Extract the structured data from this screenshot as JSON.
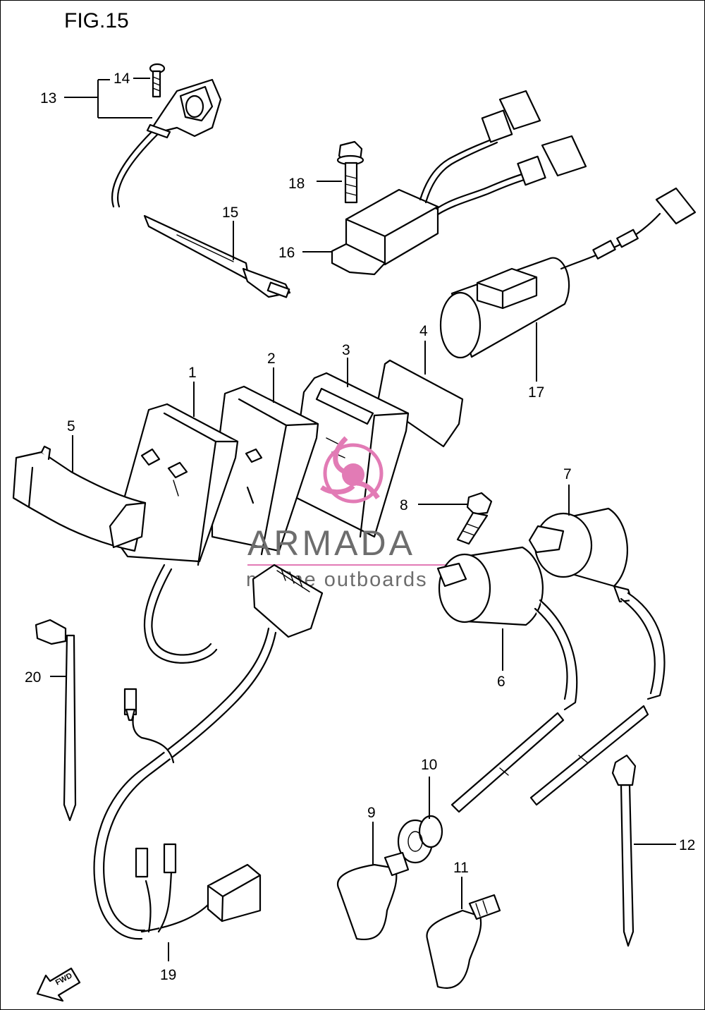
{
  "figure_title": "FIG.15",
  "fwd_label": "FWD",
  "watermark": {
    "brand": "ARMADA",
    "tagline": "marine outboards",
    "accent_color": "#e27bb5",
    "text_color": "#6d6d6d"
  },
  "callouts": [
    "1",
    "2",
    "3",
    "4",
    "5",
    "6",
    "7",
    "8",
    "9",
    "10",
    "11",
    "12",
    "13",
    "14",
    "15",
    "16",
    "17",
    "18",
    "19",
    "20"
  ]
}
